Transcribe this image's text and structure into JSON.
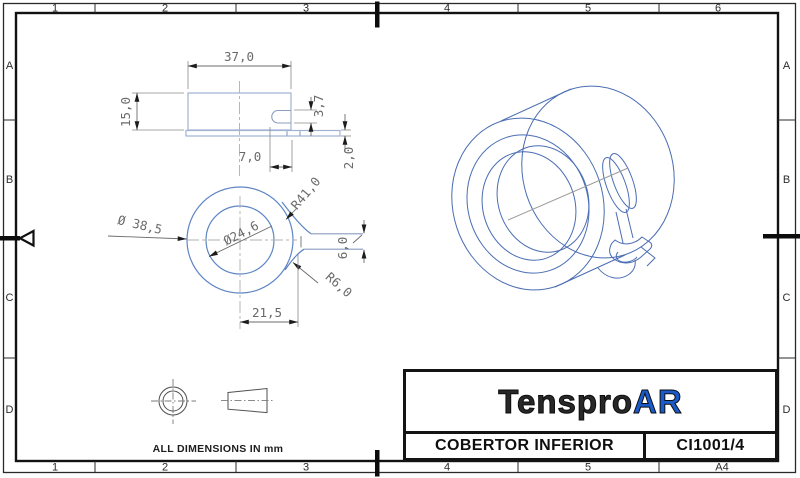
{
  "grid": {
    "top": [
      "1",
      "2",
      "3",
      "4",
      "5",
      "6"
    ],
    "bottom": [
      "1",
      "2",
      "3",
      "4",
      "5",
      "A4"
    ],
    "left": [
      "A",
      "B",
      "C",
      "D"
    ],
    "right": [
      "A",
      "B",
      "C",
      "D"
    ]
  },
  "front_view": {
    "dims": {
      "width": "37,0",
      "height": "15,0",
      "tab_length": "7,0",
      "tab_height": "3,7",
      "flange_thickness": "2,0"
    }
  },
  "top_view": {
    "dims": {
      "outer_diameter": "Ø 38,5",
      "inner_diameter": "Ø24,6",
      "radius_large": "R41,0",
      "radius_small": "R6,0",
      "tab_width": "6,0",
      "tab_offset": "21,5"
    }
  },
  "note": {
    "text": "ALL DIMENSIONS IN mm"
  },
  "title_block": {
    "logo_text": "Tenspro",
    "logo_accent": "AR",
    "part_title": "COBERTOR INFERIOR",
    "drawing_code": "CI1001/4",
    "sheet_size": "A4"
  },
  "colors": {
    "part_blue": "#5f85c5",
    "part_blue_light": "#9fb2d2",
    "iso_blue": "#4a6db3",
    "dim_gray": "#6b6b6b",
    "logo_accent_blue": "#1b5ac9",
    "logo_dark": "#282828"
  }
}
